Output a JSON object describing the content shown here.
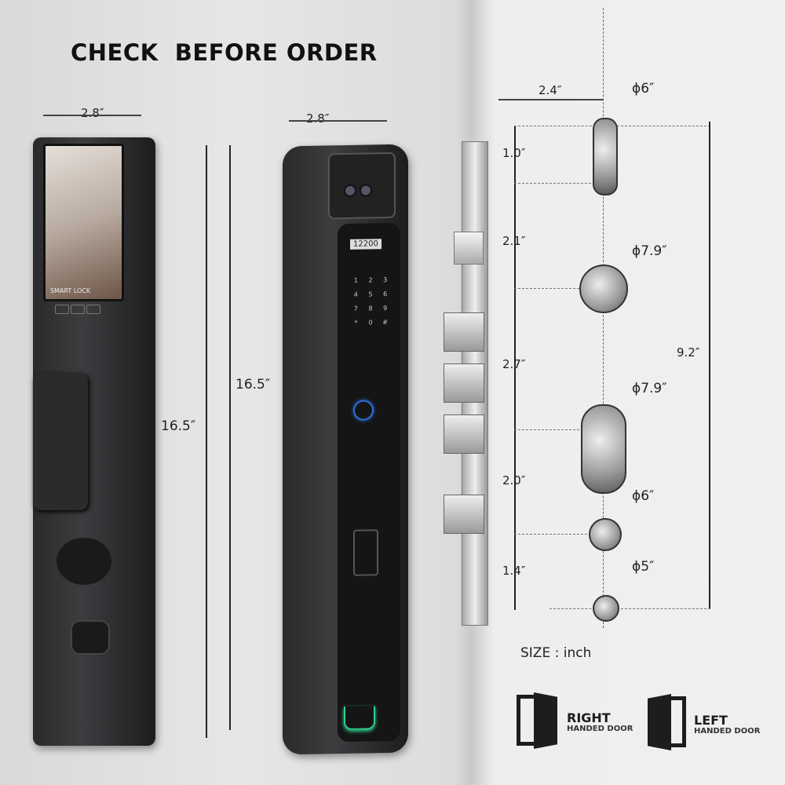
{
  "title": "CHECK  BEFORE ORDER",
  "left_lock": {
    "width_label": "2.8″",
    "height_label": "16.5″",
    "screen_logo": "SMART LOCK"
  },
  "middle_lock": {
    "width_label": "2.8″",
    "height_label": "16.5″",
    "display_text": "12200",
    "keypad": [
      "1",
      "2",
      "3",
      "4",
      "5",
      "6",
      "7",
      "8",
      "9",
      "*",
      "0",
      "#"
    ]
  },
  "hole_diagram": {
    "backset_label": "2.4″",
    "total_label": "9.2″",
    "spacings": [
      "1.0″",
      "2.1″",
      "2.7″",
      "2.0″",
      "1.4″"
    ],
    "diameters": [
      "ϕ6″",
      "ϕ7.9″",
      "ϕ7.9″",
      "ϕ6″",
      "ϕ5″"
    ],
    "size_note": "SIZE : inch"
  },
  "door_types": [
    {
      "title": "RIGHT",
      "subtitle": "HANDED DOOR"
    },
    {
      "title": "LEFT",
      "subtitle": "HANDED DOOR"
    }
  ]
}
